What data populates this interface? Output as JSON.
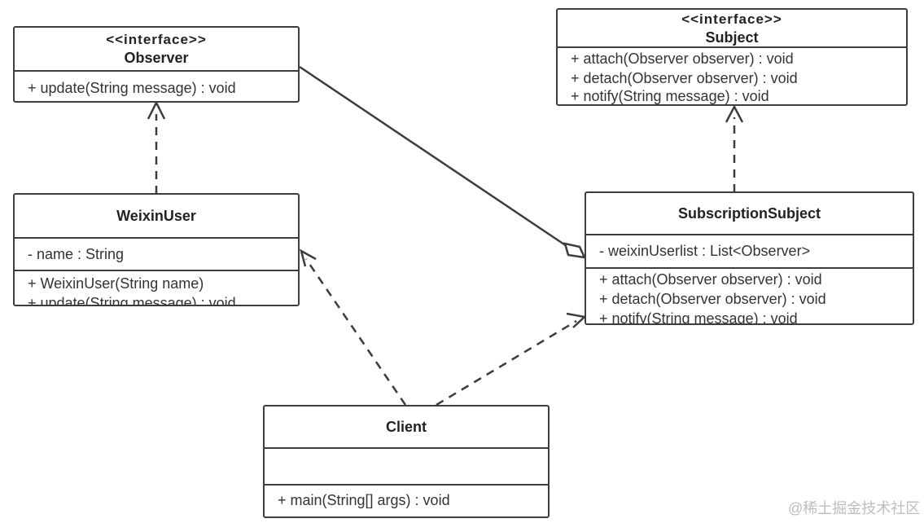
{
  "observer": {
    "stereotype": "<<interface>>",
    "name": "Observer",
    "methods": [
      "+ update(String message) : void"
    ]
  },
  "subject": {
    "stereotype": "<<interface>>",
    "name": "Subject",
    "methods": [
      "+ attach(Observer observer) : void",
      "+ detach(Observer observer) : void",
      "+ notify(String message) : void"
    ]
  },
  "weixin_user": {
    "name": "WeixinUser",
    "attributes": [
      "- name : String"
    ],
    "methods": [
      "+ WeixinUser(String name)",
      "+ update(String message) : void"
    ]
  },
  "subscription_subject": {
    "name": "SubscriptionSubject",
    "attributes": [
      "- weixinUserlist : List<Observer>"
    ],
    "methods": [
      "+ attach(Observer observer) : void",
      "+ detach(Observer observer) : void",
      "+ notify(String message) : void"
    ]
  },
  "client": {
    "name": "Client",
    "attributes": [],
    "methods": [
      "+ main(String[] args) : void"
    ]
  },
  "watermark": "@稀土掘金技术社区",
  "colors": {
    "line": "#3d3d3d",
    "text": "#333333",
    "watermark": "#bdbdbd"
  }
}
